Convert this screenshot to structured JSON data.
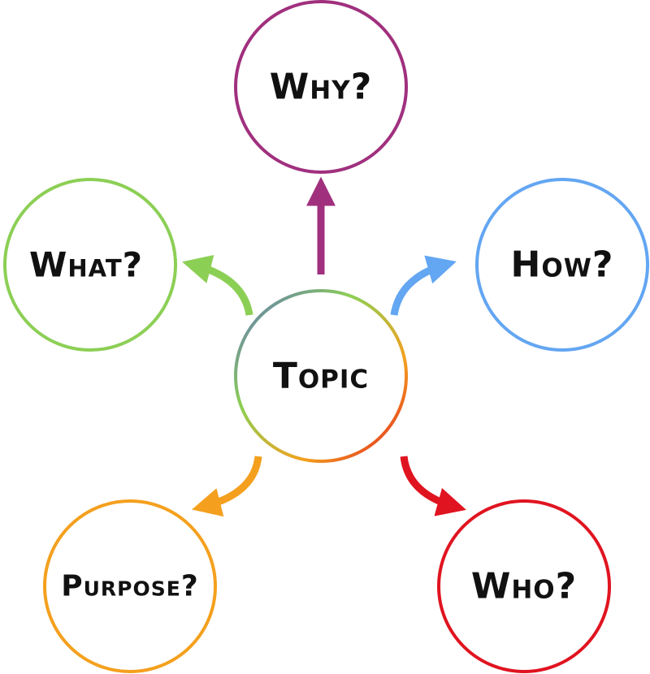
{
  "center": {
    "label": "Topic"
  },
  "nodes": [
    {
      "id": "why",
      "label": "Why?",
      "color": "#a0307e"
    },
    {
      "id": "what",
      "label": "What?",
      "color": "#8ccf55"
    },
    {
      "id": "how",
      "label": "How?",
      "color": "#63a6f2"
    },
    {
      "id": "purpose",
      "label": "Purpose?",
      "color": "#f4a01e"
    },
    {
      "id": "who",
      "label": "Who?",
      "color": "#e01420"
    }
  ],
  "gradient_colors": [
    "#5b6fc4",
    "#63a6f2",
    "#8ccf55",
    "#f4a01e",
    "#e01420"
  ]
}
